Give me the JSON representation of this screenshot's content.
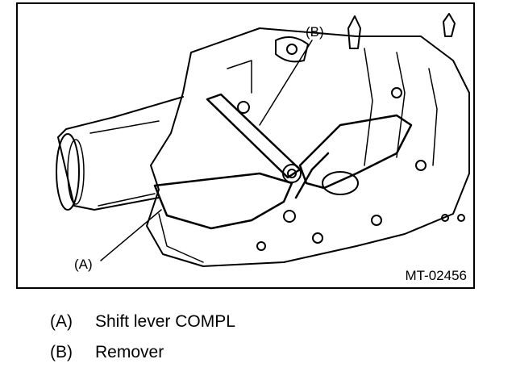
{
  "figure": {
    "callouts": {
      "a": "(A)",
      "b": "(B)"
    },
    "code": "MT-02456"
  },
  "legend": [
    {
      "key": "(A)",
      "text": "Shift lever COMPL"
    },
    {
      "key": "(B)",
      "text": "Remover"
    }
  ]
}
